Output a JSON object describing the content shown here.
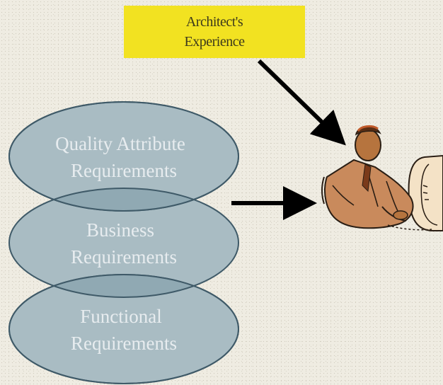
{
  "experience_box": {
    "line1": "Architect's",
    "line2": "Experience",
    "color": "#f2e221"
  },
  "requirements": [
    {
      "line1": "Quality Attribute",
      "line2": "Requirements"
    },
    {
      "line1": "Business",
      "line2": "Requirements"
    },
    {
      "line1": "Functional",
      "line2": "Requirements"
    }
  ],
  "colors": {
    "background": "#efece2",
    "ellipse_fill": "#a9bcc3",
    "ellipse_overlap": "#90a9b3",
    "ellipse_stroke": "#3f5a68",
    "label_text": "#e7ecef",
    "arrow": "#000000"
  },
  "icons": {
    "architect": "architect-at-computer-clipart"
  }
}
